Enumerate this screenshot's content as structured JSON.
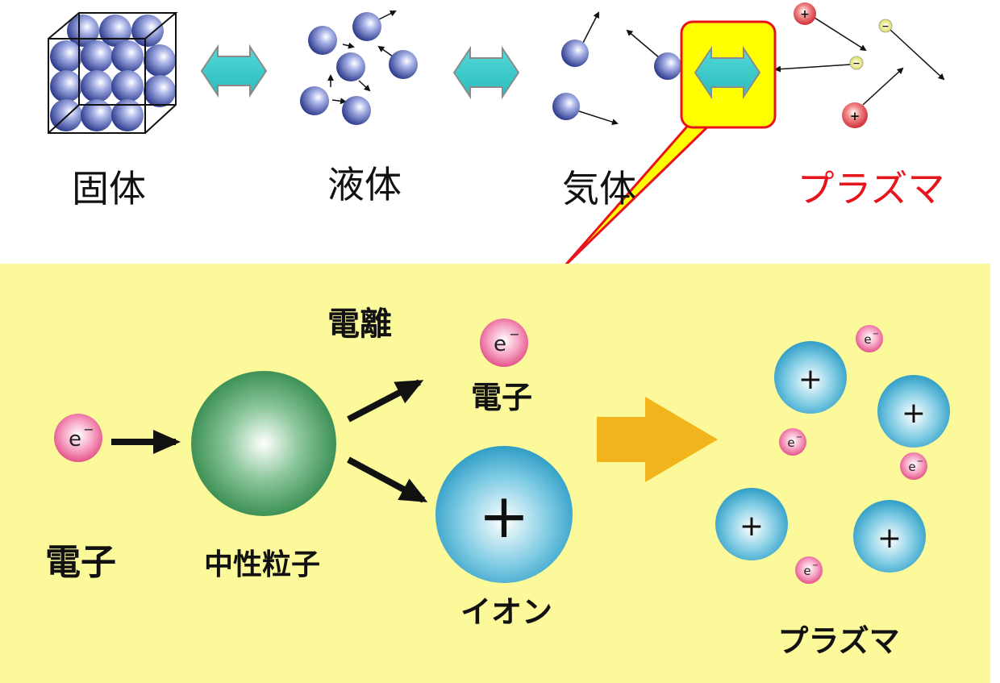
{
  "states": {
    "solid": "固体",
    "liquid": "液体",
    "gas": "気体",
    "plasma": "プラズマ"
  },
  "panel": {
    "ionization_label": "電離",
    "electron_label": "電子",
    "neutral_particle_label": "中性粒子",
    "ejected_electron_label": "電子",
    "ion_label": "イオン",
    "plasma_label": "プラズマ",
    "electron_symbol": "e",
    "electron_superscript": "−",
    "ion_sign": "+"
  },
  "top_particles": {
    "positive_sign": "+",
    "negative_sign": "−"
  },
  "colors": {
    "panel_background": "#fcf99a",
    "highlight_fill": "#ffff00",
    "highlight_stroke": "#e8141c",
    "plasma_text": "#e8141c",
    "transition_arrow": "#33c8c8",
    "big_arrow": "#f2b41c"
  }
}
